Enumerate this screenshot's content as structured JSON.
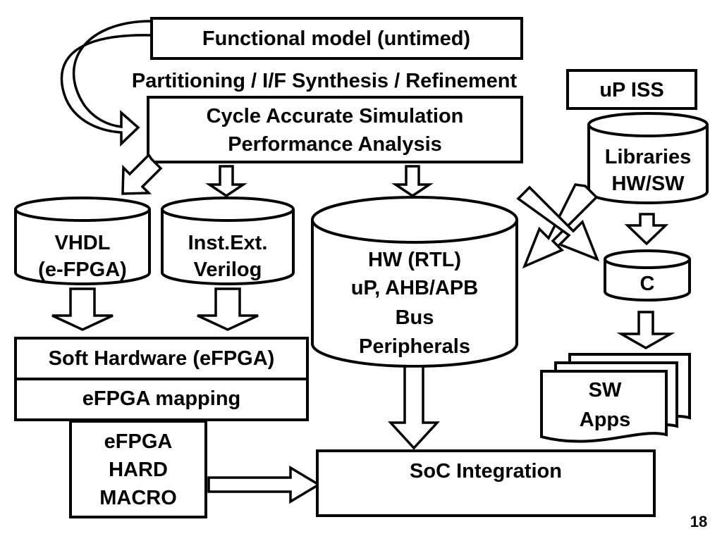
{
  "functional_model": "Functional model (untimed)",
  "partitioning": "Partitioning / I/F Synthesis / Refinement",
  "up_iss": "uP ISS",
  "cycle_sim": [
    "Cycle Accurate Simulation",
    "Performance Analysis"
  ],
  "libraries": [
    "Libraries",
    "HW/SW"
  ],
  "vhdl": [
    "VHDL",
    "(e-FPGA)"
  ],
  "inst_ext": [
    "Inst.Ext.",
    "Verilog"
  ],
  "hw_rtl": [
    "HW (RTL)",
    "uP, AHB/APB",
    "Bus",
    "Peripherals"
  ],
  "c_lang": "C",
  "soft_hw": "Soft Hardware (eFPGA)",
  "efpga_mapping": "eFPGA mapping",
  "sw_apps": [
    "SW",
    "Apps"
  ],
  "hard_macro": [
    "eFPGA",
    "HARD",
    "MACRO"
  ],
  "soc_integration": "SoC Integration",
  "page_number": "18"
}
